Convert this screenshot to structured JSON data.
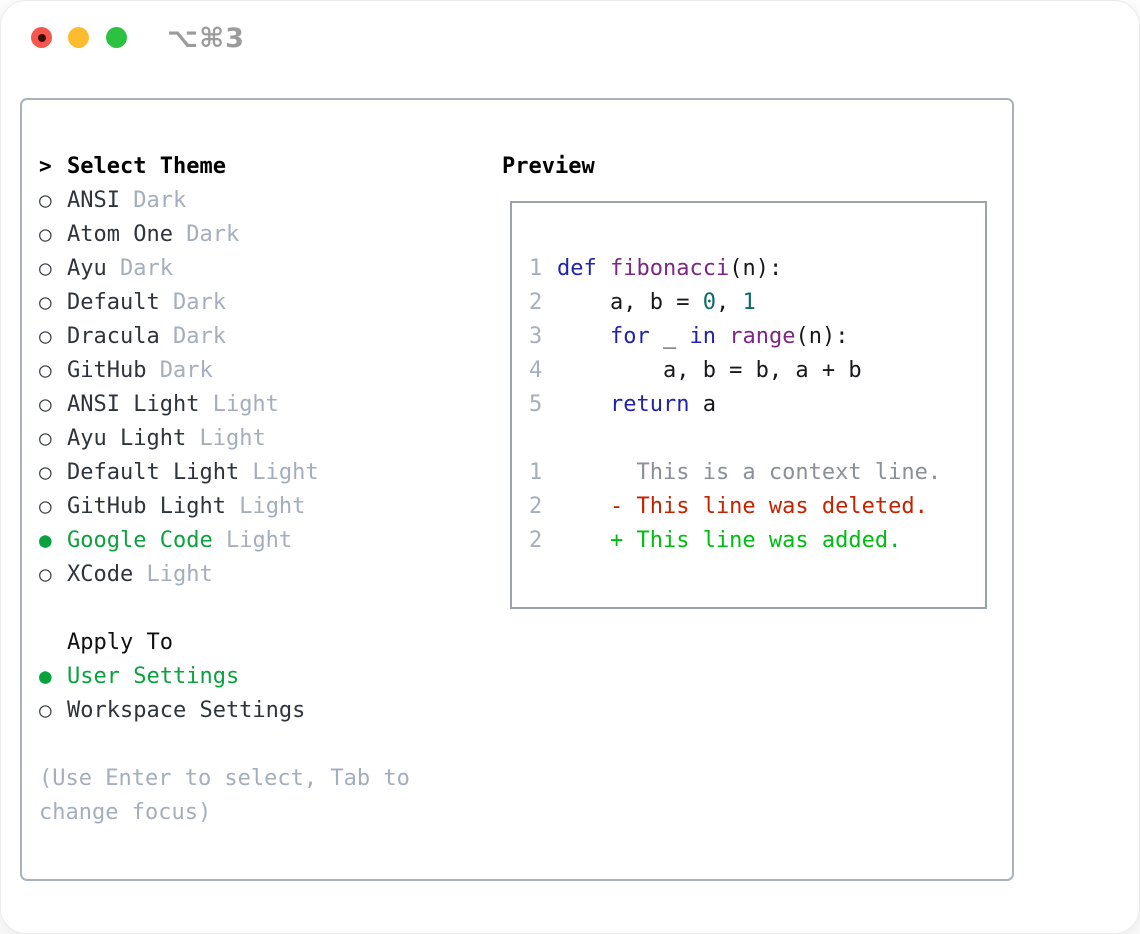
{
  "window": {
    "titlebar": {
      "shortcut": "⌥⌘3",
      "traffic_lights": [
        "close",
        "minimize",
        "zoom"
      ]
    }
  },
  "theme_picker": {
    "header": {
      "cursor": ">",
      "label": "Select Theme"
    },
    "themes": [
      {
        "name": "ANSI",
        "variant": "Dark",
        "selected": false
      },
      {
        "name": "Atom One",
        "variant": "Dark",
        "selected": false
      },
      {
        "name": "Ayu",
        "variant": "Dark",
        "selected": false
      },
      {
        "name": "Default",
        "variant": "Dark",
        "selected": false
      },
      {
        "name": "Dracula",
        "variant": "Dark",
        "selected": false
      },
      {
        "name": "GitHub",
        "variant": "Dark",
        "selected": false
      },
      {
        "name": "ANSI Light",
        "variant": "Light",
        "selected": false
      },
      {
        "name": "Ayu Light",
        "variant": "Light",
        "selected": false
      },
      {
        "name": "Default Light",
        "variant": "Light",
        "selected": false
      },
      {
        "name": "GitHub Light",
        "variant": "Light",
        "selected": false
      },
      {
        "name": "Google Code",
        "variant": "Light",
        "selected": true
      },
      {
        "name": "XCode",
        "variant": "Light",
        "selected": false
      }
    ],
    "apply_to": {
      "label": "Apply To",
      "options": [
        {
          "name": "User Settings",
          "selected": true
        },
        {
          "name": "Workspace Settings",
          "selected": false
        }
      ]
    },
    "help": [
      "(Use Enter to select, Tab to",
      "change focus)"
    ]
  },
  "preview": {
    "label": "Preview",
    "lines": [
      {
        "num": "1",
        "tokens": [
          [
            "def",
            "kwd"
          ],
          [
            " ",
            "pln"
          ],
          [
            "fibonacci",
            "typ"
          ],
          [
            "(n):",
            "pln"
          ]
        ]
      },
      {
        "num": "2",
        "tokens": [
          [
            "    a, b = ",
            "pln"
          ],
          [
            "0",
            "lit"
          ],
          [
            ", ",
            "pln"
          ],
          [
            "1",
            "lit"
          ]
        ]
      },
      {
        "num": "3",
        "tokens": [
          [
            "    ",
            "pln"
          ],
          [
            "for",
            "kwd"
          ],
          [
            " _ ",
            "pln"
          ],
          [
            "in",
            "kwd"
          ],
          [
            " ",
            "pln"
          ],
          [
            "range",
            "typ"
          ],
          [
            "(n):",
            "pln"
          ]
        ]
      },
      {
        "num": "4",
        "tokens": [
          [
            "        a, b = b, a + b",
            "pln"
          ]
        ]
      },
      {
        "num": "5",
        "tokens": [
          [
            "    ",
            "pln"
          ],
          [
            "return",
            "kwd"
          ],
          [
            " a",
            "pln"
          ]
        ]
      },
      {
        "num": "",
        "tokens": []
      },
      {
        "num": "1",
        "tokens": [
          [
            "      This is a context line.",
            "ctx"
          ]
        ]
      },
      {
        "num": "2",
        "tokens": [
          [
            "    - This line was deleted.",
            "del"
          ]
        ]
      },
      {
        "num": "2",
        "tokens": [
          [
            "    + This line was added.",
            "add"
          ]
        ]
      }
    ]
  },
  "icons": {
    "unselected_radio": "○",
    "selected_radio": "●"
  },
  "colors": {
    "selected_green": "#0aa23f",
    "diff_added": "#00bd11",
    "diff_removed": "#c52200",
    "diff_context": "#8a8f98",
    "code_keyword": "#2222aa",
    "code_function": "#7d2684",
    "code_literal": "#0c6b68",
    "code_plain": "#17181c",
    "muted": "#a4aebc",
    "panel_border": "#9aa3ad",
    "traffic_red": "#f6564d",
    "traffic_yellow": "#fdbc2e",
    "traffic_green": "#2bc23f"
  }
}
